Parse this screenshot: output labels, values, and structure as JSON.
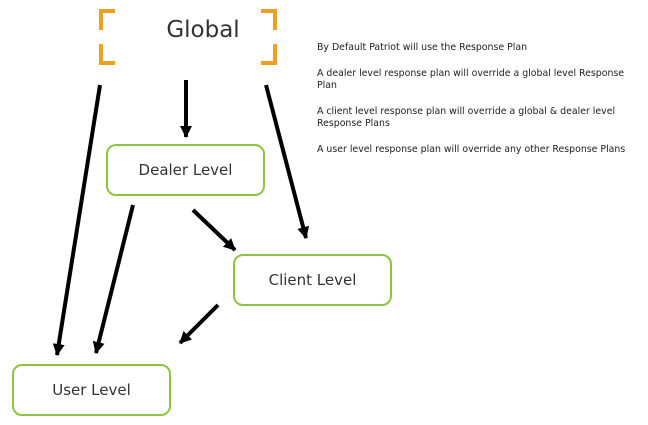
{
  "diagram": {
    "global": {
      "label": "Global"
    },
    "nodes": {
      "dealer": {
        "label": "Dealer Level"
      },
      "client": {
        "label": "Client Level"
      },
      "user": {
        "label": "User Level"
      }
    },
    "edges": [
      {
        "from": "Global",
        "to": "Dealer Level"
      },
      {
        "from": "Global",
        "to": "Client Level"
      },
      {
        "from": "Global",
        "to": "User Level"
      },
      {
        "from": "Dealer Level",
        "to": "Client Level"
      },
      {
        "from": "Dealer Level",
        "to": "User Level"
      },
      {
        "from": "Client Level",
        "to": "User Level"
      }
    ],
    "notes": [
      "By Default Patriot will use the Response Plan",
      "A dealer level response plan will override a global level Response Plan",
      "A client level response plan will override a global & dealer level Response Plans",
      "A user level response plan will override any other Response Plans"
    ],
    "colors": {
      "global_bracket": "#f0a020",
      "node_border": "#8cc640",
      "arrow": "#000000",
      "text": "#333333"
    }
  }
}
